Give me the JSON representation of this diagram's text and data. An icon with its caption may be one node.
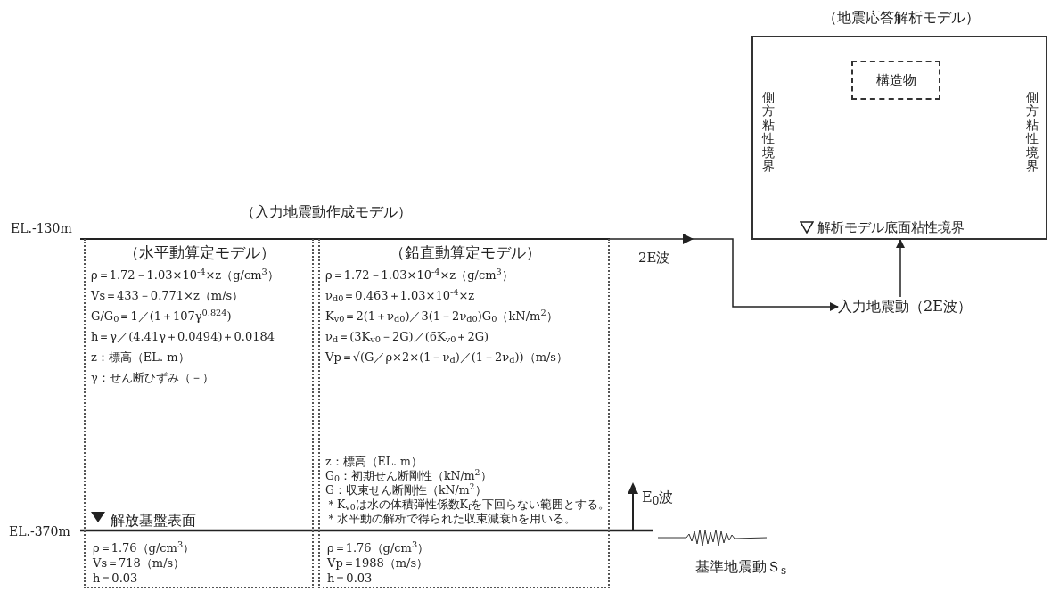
{
  "diagram": {
    "nodes": [
      {
        "text": [
          "（地震応答解析モデル）",
          "側方粘性境界",
          "側方粘性境界",
          "解析モデル底面粘性境界"
        ]
      },
      {
        "text": [
          "構造物"
        ],
        "in": 0
      },
      {
        "text": [
          "（水平動算定モデル）",
          "ρ＝1.72－1.03×10$^{-4}$×z（g/cm$^{3}$）",
          "Vs＝433－0.771×z（m/s）",
          "G/G$_{0}$＝1／(1＋107γ$^{0.824}$)",
          "h＝γ／(4.41γ＋0.0494)＋0.0184",
          "z：標高（EL. m）",
          "γ：せん断ひずみ（－）",
          "ρ＝1.76（g/cm$^{3}$）",
          "Vs＝718（m/s）",
          "h＝0.03"
        ]
      },
      {
        "text": [
          "（鉛直動算定モデル）",
          "ρ＝1.72－1.03×10$^{-4}$×z（g/cm$^{3}$）",
          "ν$_{d0}$＝0.463＋1.03×10$^{-4}$×z",
          "K$_{v0}$＝2(1＋ν$_{d0}$)／3(1－2ν$_{d0}$)G$_{0}$（kN/m$^{2}$）",
          "ν$_{d}$＝(3K$_{v0}$－2G)／(6K$_{v0}$＋2G)",
          "Vp＝√(G／ρ×2×(1－ν$_{d}$)／(1－2ν$_{d}$))（m/s）",
          "z：標高（EL. m）",
          "G$_{0}$：初期せん断剛性（kN/m$^{2}$）",
          "G：収束せん断剛性（kN/m$^{2}$）",
          "＊K$_{v0}$は水の体積弾性係数K$_{f}$を下回らない範囲とする。",
          "＊水平動の解析で得られた収束減衰hを用いる。",
          "ρ＝1.76（g/cm$^{3}$）",
          "Vp＝1988（m/s）",
          "h＝0.03"
        ]
      },
      {
        "text": [
          "入力地震動（2E波）"
        ]
      }
    ],
    "edges": [
      {
        "from": 3,
        "to": 4,
        "arrow": "to",
        "label": "2E波"
      },
      {
        "from": 4,
        "to": 0,
        "arrow": "to"
      }
    ],
    "labels": [
      "（入力地震動作成モデル）",
      "EL.-130m",
      "EL.-370m",
      "解放基盤表面",
      "E$_{0}$波",
      "基準地震動Ｓ$_{s}$"
    ]
  }
}
